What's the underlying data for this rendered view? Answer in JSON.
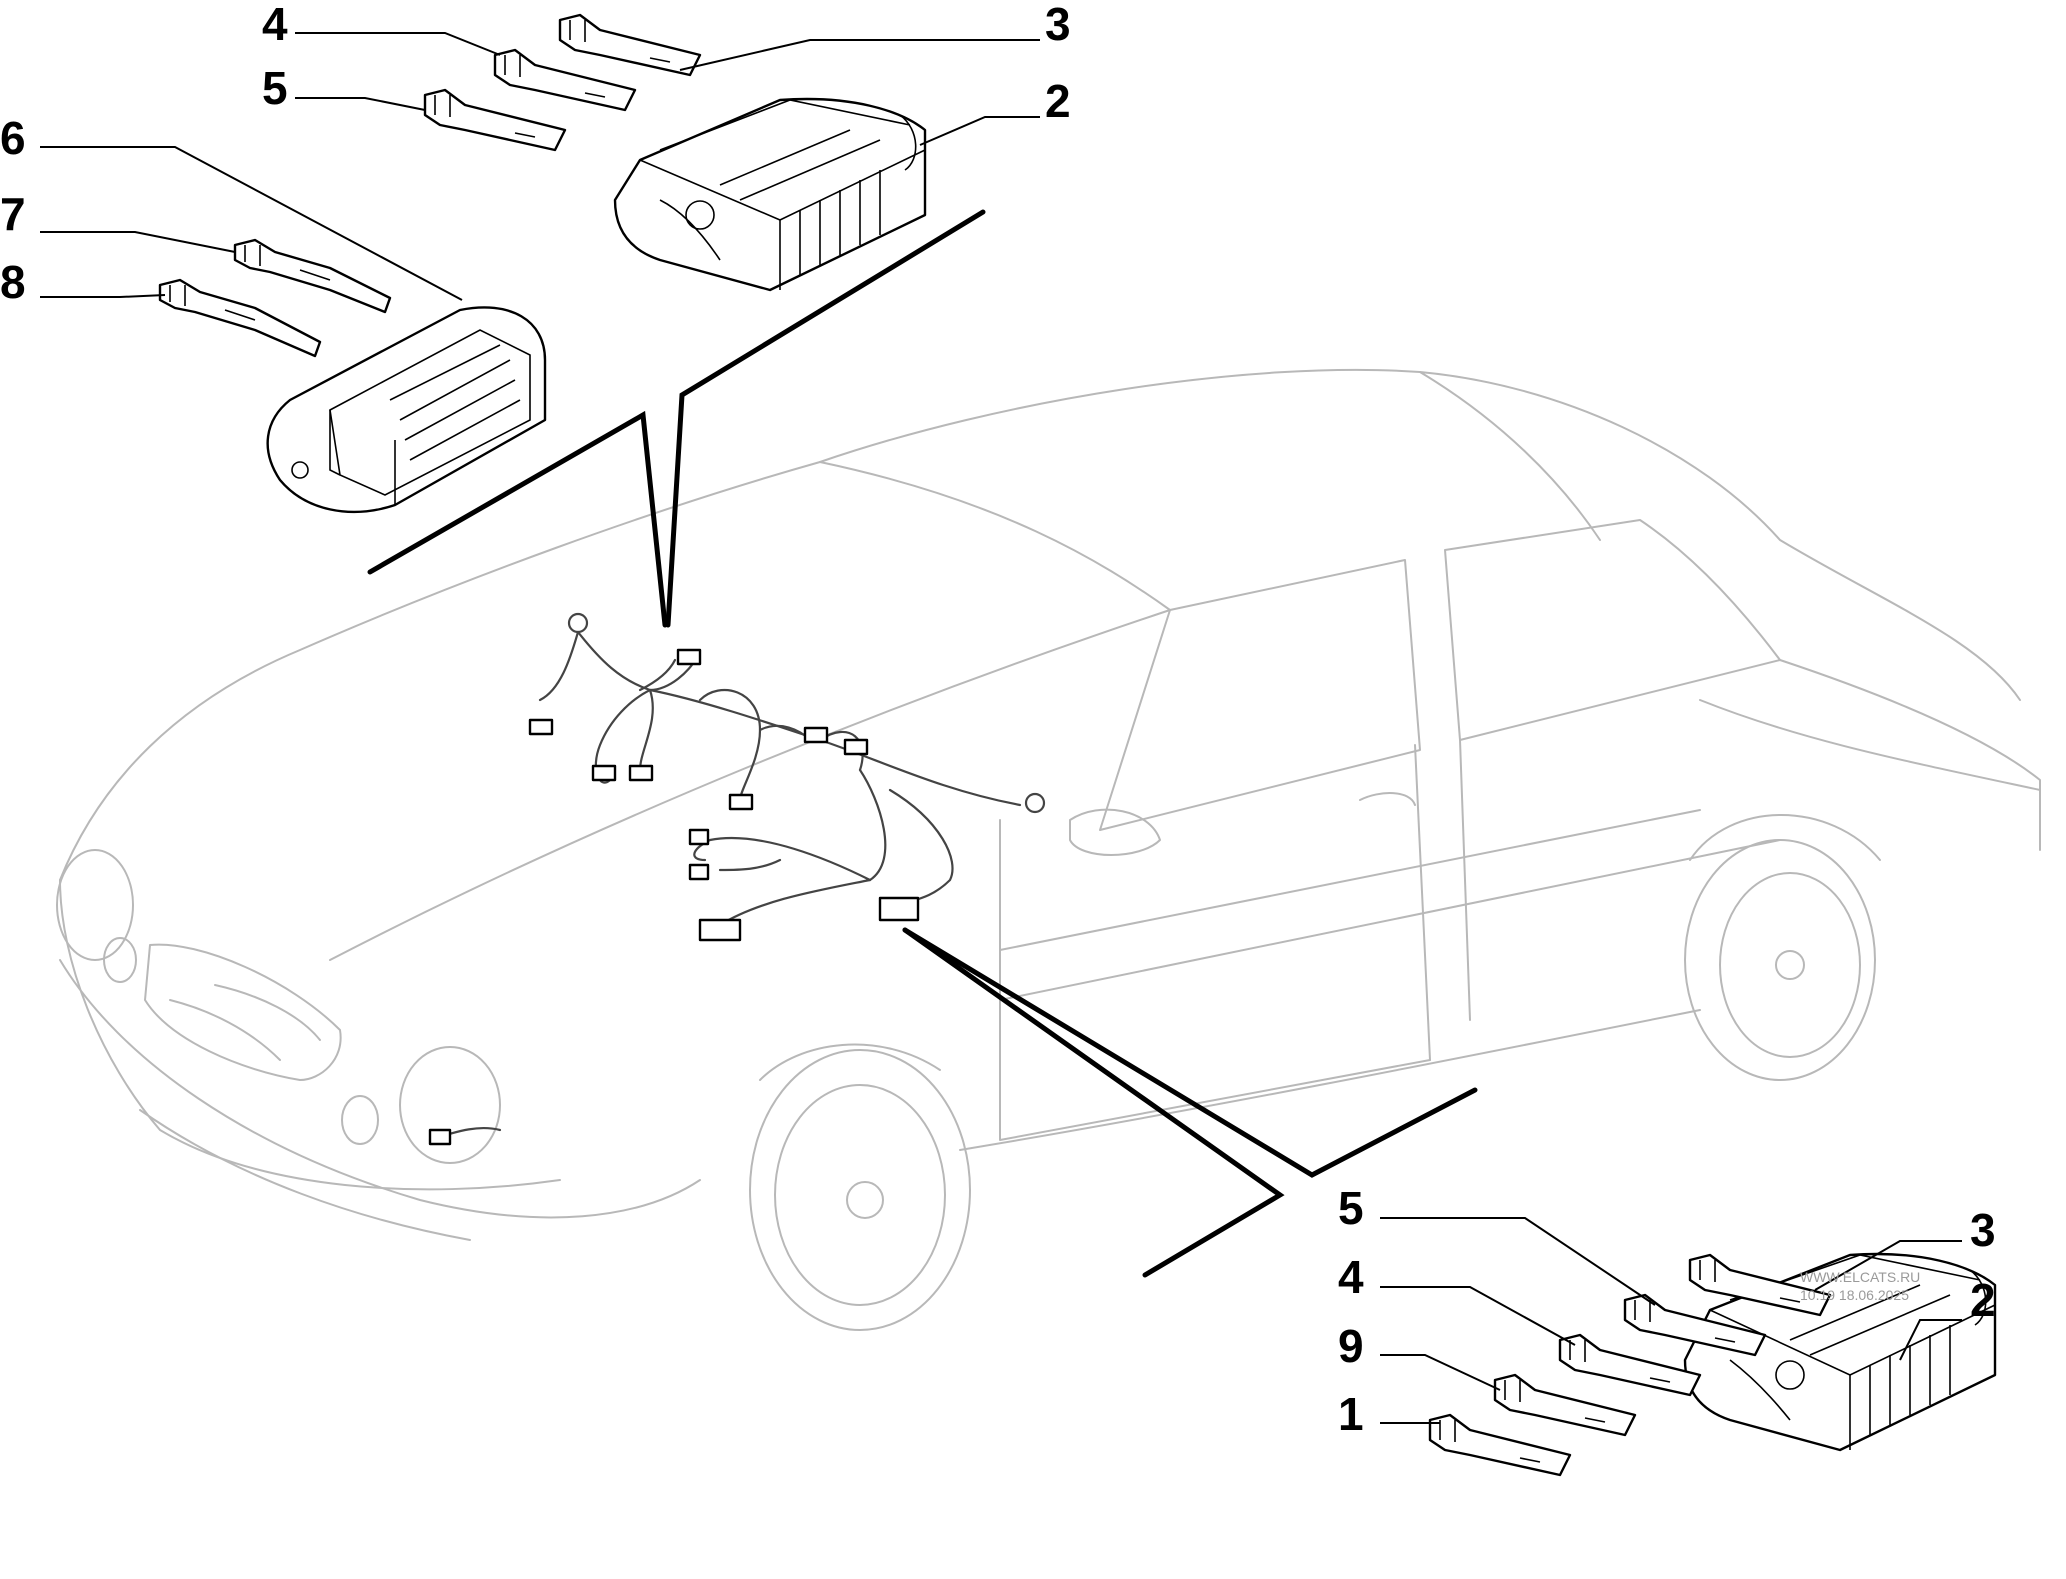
{
  "callouts": {
    "top_4": "4",
    "top_5": "5",
    "top_3": "3",
    "top_2": "2",
    "left_6": "6",
    "left_7": "7",
    "left_8": "8",
    "bottom_5": "5",
    "bottom_4": "4",
    "bottom_9": "9",
    "bottom_1": "1",
    "bottom_3": "3",
    "bottom_2": "2"
  },
  "watermark": {
    "line1": "WWW.ELCATS.RU",
    "line2": "10.19 18.06.2025"
  }
}
